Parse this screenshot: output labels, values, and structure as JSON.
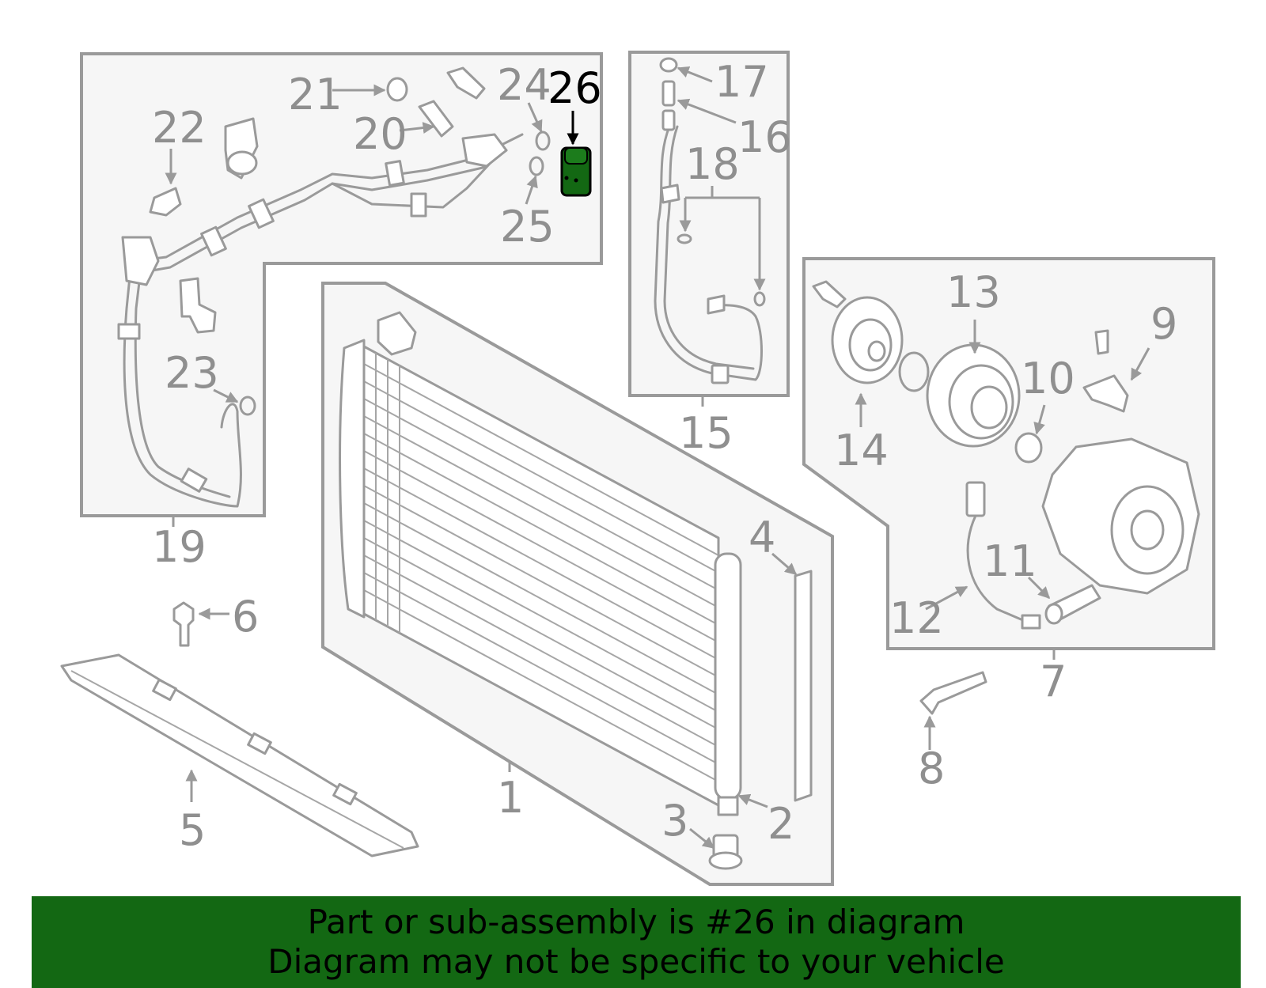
{
  "highlight_color": "#136813",
  "highlighted_part": "26",
  "callouts": {
    "c1": "1",
    "c2": "2",
    "c3": "3",
    "c4": "4",
    "c5": "5",
    "c6": "6",
    "c7": "7",
    "c8": "8",
    "c9": "9",
    "c10": "10",
    "c11": "11",
    "c12": "12",
    "c13": "13",
    "c14": "14",
    "c15": "15",
    "c16": "16",
    "c17": "17",
    "c18": "18",
    "c19": "19",
    "c20": "20",
    "c21": "21",
    "c22": "22",
    "c23": "23",
    "c24": "24",
    "c25": "25",
    "c26": "26"
  },
  "footer": {
    "line1": "Part or sub-assembly is #26 in diagram",
    "line2": "Diagram may not be specific to your vehicle"
  }
}
